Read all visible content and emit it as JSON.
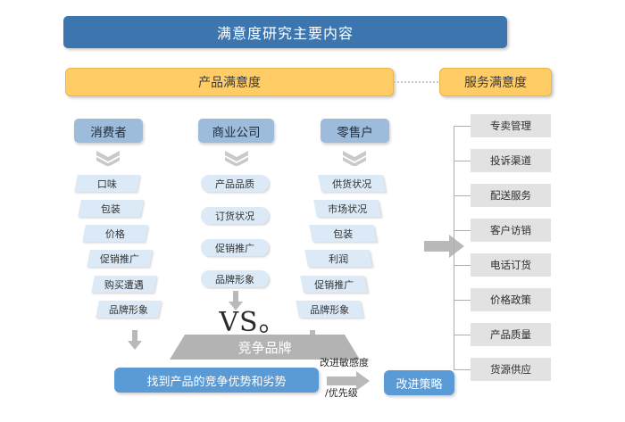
{
  "title": "满意度研究主要内容",
  "banners": {
    "product": "产品满意度",
    "service": "服务满意度",
    "connector_icon": "dotted-line"
  },
  "columns": [
    {
      "header": "消费者",
      "chevron_icon": "double-chevron-down-icon",
      "items": [
        "口味",
        "包装",
        "价格",
        "促销推广",
        "购买遭遇",
        "品牌形象"
      ]
    },
    {
      "header": "商业公司",
      "chevron_icon": "double-chevron-down-icon",
      "items": [
        "产品品质",
        "订货状况",
        "促销推广",
        "品牌形象"
      ]
    },
    {
      "header": "零售户",
      "chevron_icon": "double-chevron-down-icon",
      "items": [
        "供货状况",
        "市场状况",
        "包装",
        "利润",
        "促销推广",
        "品牌形象"
      ]
    }
  ],
  "vs_label": "VS。",
  "competitive_brand": "竞争品牌",
  "findings": "找到产品的竞争优势和劣势",
  "sensitivity_label": "改进敏感度",
  "priority_label": "/优先级",
  "strategy": "改进策略",
  "service_list": [
    "专卖管理",
    "投诉渠道",
    "配送服务",
    "客户访销",
    "电话订货",
    "价格政策",
    "产品质量",
    "货源供应"
  ],
  "icons": {
    "arrow_down": "arrow-down-icon",
    "arrow_right": "arrow-right-icon",
    "big_arrow_right": "big-arrow-right-icon"
  },
  "colors": {
    "title_blue": "#3d76ae",
    "banner_orange": "#ffcc66",
    "header_blue": "#9dbcdc",
    "item_light_blue": "#dceaf7",
    "result_blue": "#5b9bd5",
    "gray_box": "#e2e2e2",
    "trapezoid_gray": "#b3b3b3"
  }
}
